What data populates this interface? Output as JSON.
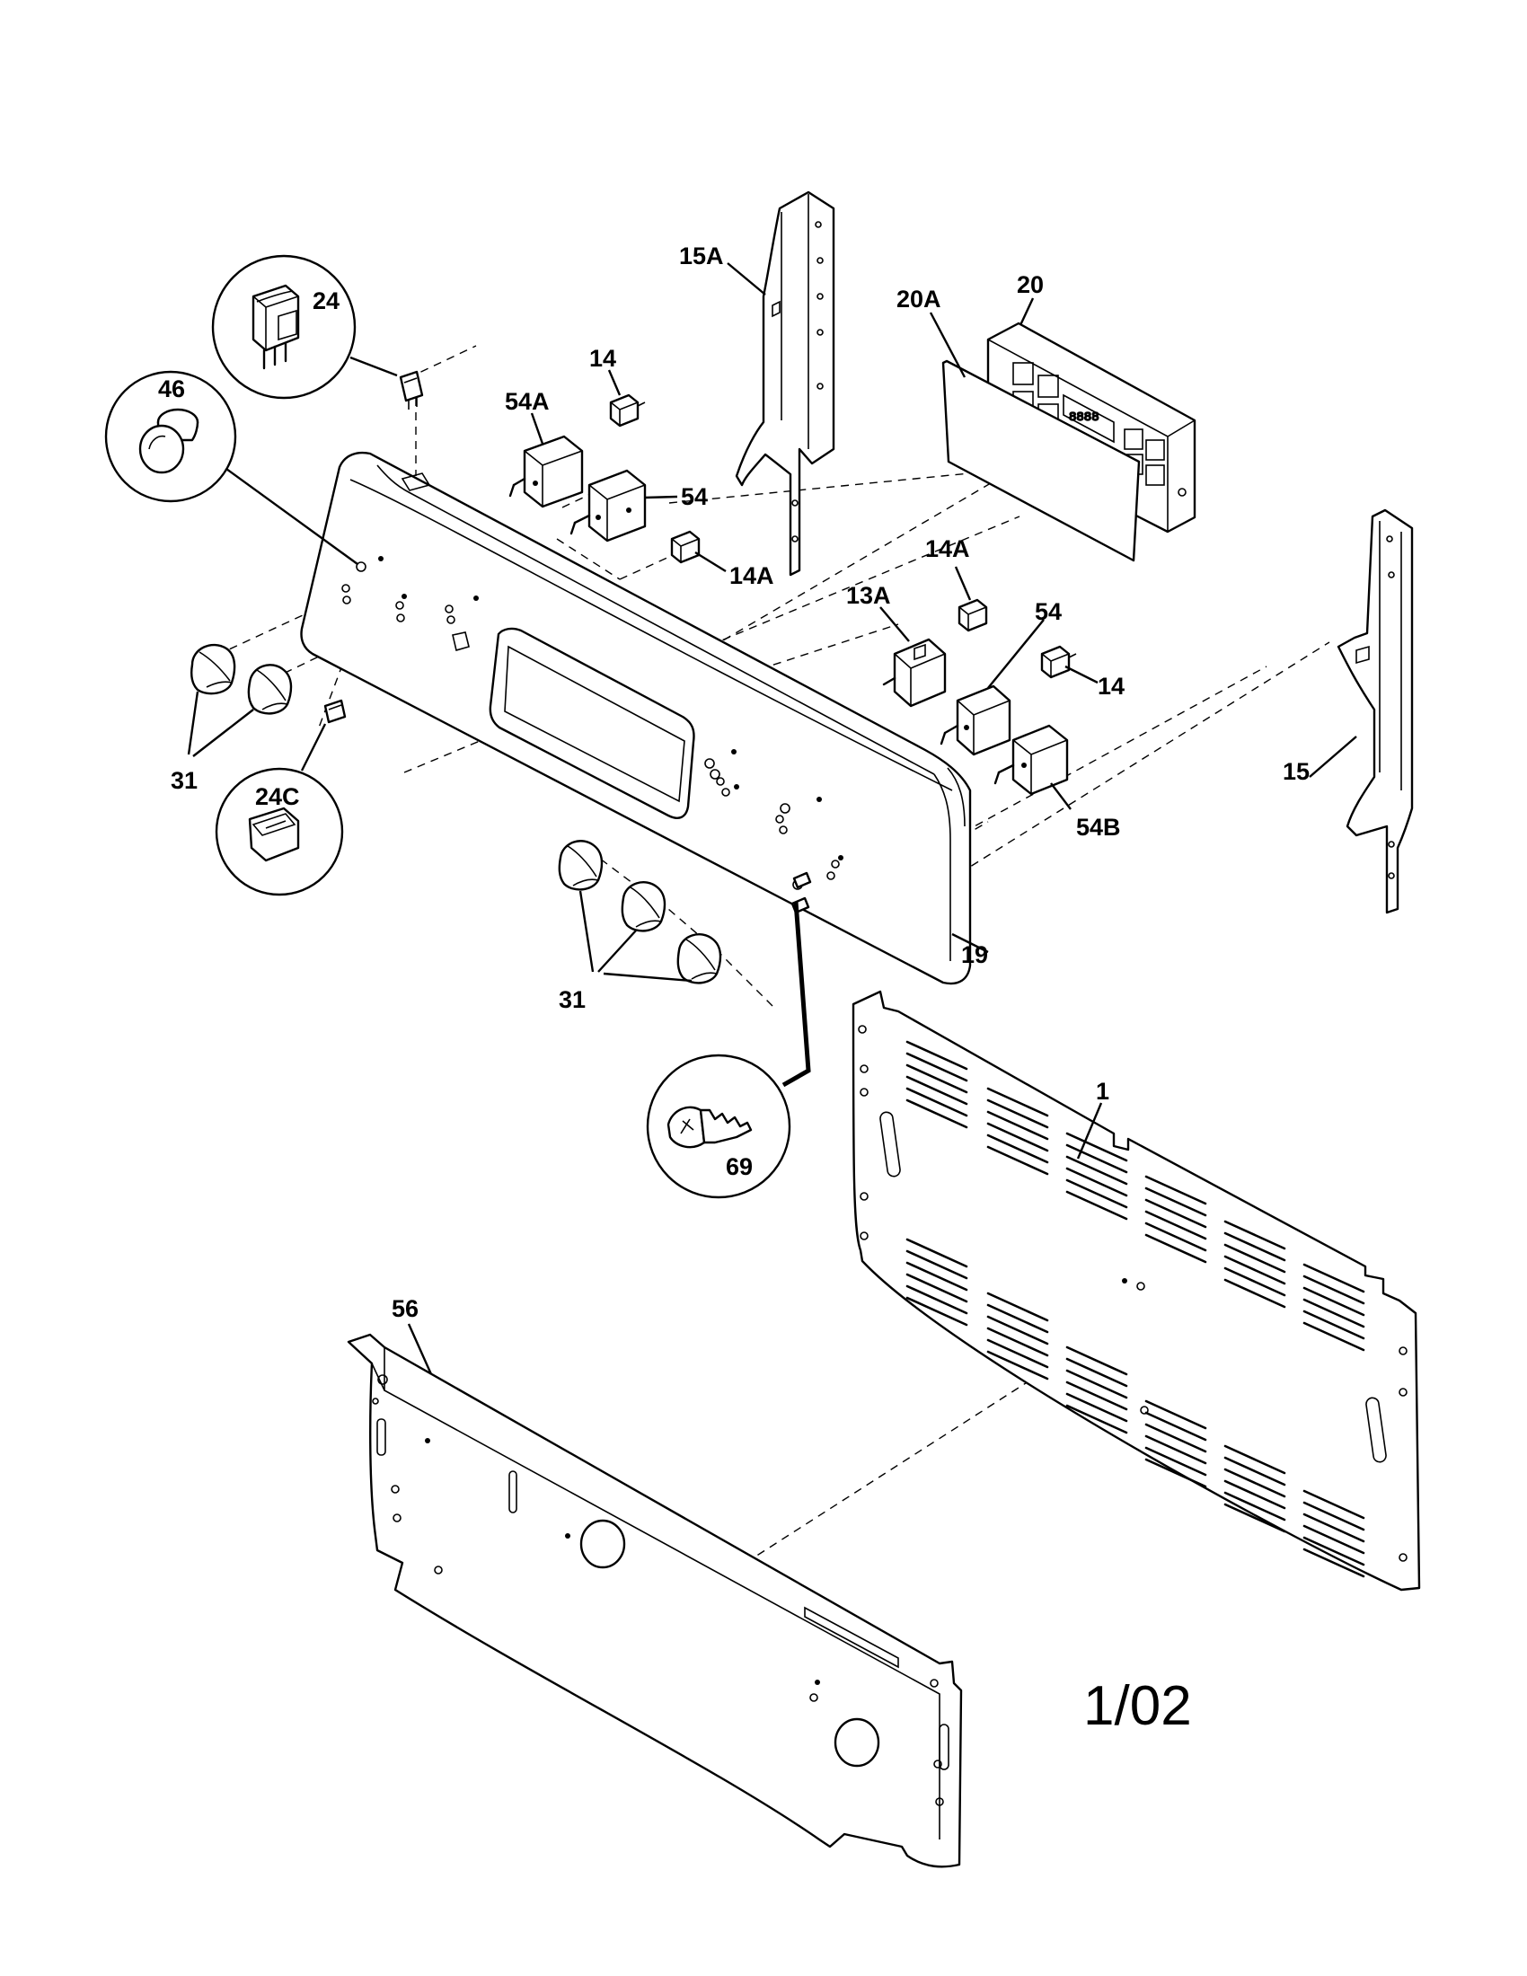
{
  "labels": {
    "p1": "1",
    "p13A": "13A",
    "p14a": "14",
    "p14b": "14",
    "p14Aa": "14A",
    "p14Ab": "14A",
    "p15": "15",
    "p15A": "15A",
    "p19": "19",
    "p20": "20",
    "p20A": "20A",
    "p24": "24",
    "p24C": "24C",
    "p31a": "31",
    "p31b": "31",
    "p46": "46",
    "p54a": "54",
    "p54b": "54",
    "p54A": "54A",
    "p54B": "54B",
    "p56": "56",
    "p69": "69"
  },
  "revision": "1/02"
}
